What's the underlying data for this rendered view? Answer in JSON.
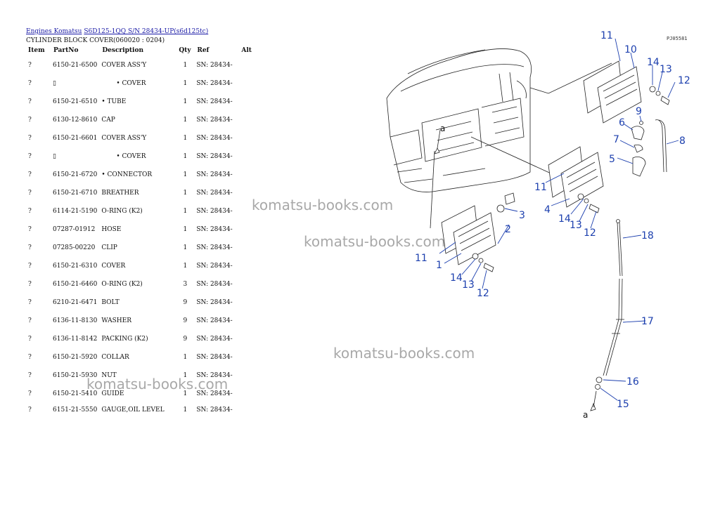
{
  "breadcrumb": {
    "link1": "Engines Komatsu",
    "link2": "S6D125-1QQ S/N 28434-UP(s6d125tc)"
  },
  "subtitle": "CYLINDER BLOCK COVER(060020 : 0204)",
  "table": {
    "headers": [
      "Item",
      "PartNo",
      "Description",
      "Qty",
      "Ref",
      "Alt"
    ],
    "rows": [
      {
        "item": "?",
        "part": "6150-21-6500",
        "desc": "COVER ASS'Y",
        "qty": "1",
        "ref": "SN: 28434-"
      },
      {
        "item": "?",
        "part": "▯",
        "desc": "• COVER",
        "qty": "1",
        "ref": "SN: 28434-",
        "indent": true
      },
      {
        "item": "?",
        "part": "6150-21-6510",
        "desc": "• TUBE",
        "qty": "1",
        "ref": "SN: 28434-"
      },
      {
        "item": "?",
        "part": "6130-12-8610",
        "desc": "CAP",
        "qty": "1",
        "ref": "SN: 28434-"
      },
      {
        "item": "?",
        "part": "6150-21-6601",
        "desc": "COVER ASS'Y",
        "qty": "1",
        "ref": "SN: 28434-"
      },
      {
        "item": "?",
        "part": "▯",
        "desc": "• COVER",
        "qty": "1",
        "ref": "SN: 28434-",
        "indent": true
      },
      {
        "item": "?",
        "part": "6150-21-6720",
        "desc": "• CONNECTOR",
        "qty": "1",
        "ref": "SN: 28434-"
      },
      {
        "item": "?",
        "part": "6150-21-6710",
        "desc": "BREATHER",
        "qty": "1",
        "ref": "SN: 28434-"
      },
      {
        "item": "?",
        "part": "6114-21-5190",
        "desc": "O-RING (K2)",
        "qty": "1",
        "ref": "SN: 28434-"
      },
      {
        "item": "?",
        "part": "07287-01912",
        "desc": "HOSE",
        "qty": "1",
        "ref": "SN: 28434-"
      },
      {
        "item": "?",
        "part": "07285-00220",
        "desc": "CLIP",
        "qty": "1",
        "ref": "SN: 28434-"
      },
      {
        "item": "?",
        "part": "6150-21-6310",
        "desc": "COVER",
        "qty": "1",
        "ref": "SN: 28434-"
      },
      {
        "item": "?",
        "part": "6150-21-6460",
        "desc": "O-RING (K2)",
        "qty": "3",
        "ref": "SN: 28434-"
      },
      {
        "item": "?",
        "part": "6210-21-6471",
        "desc": "BOLT",
        "qty": "9",
        "ref": "SN: 28434-"
      },
      {
        "item": "?",
        "part": "6136-11-8130",
        "desc": "WASHER",
        "qty": "9",
        "ref": "SN: 28434-"
      },
      {
        "item": "?",
        "part": "6136-11-8142",
        "desc": "PACKING (K2)",
        "qty": "9",
        "ref": "SN: 28434-"
      },
      {
        "item": "?",
        "part": "6150-21-5920",
        "desc": "COLLAR",
        "qty": "1",
        "ref": "SN: 28434-"
      },
      {
        "item": "?",
        "part": "6150-21-5930",
        "desc": "NUT",
        "qty": "1",
        "ref": "SN: 28434-"
      },
      {
        "item": "?",
        "part": "6150-21-5410",
        "desc": "GUIDE",
        "qty": "1",
        "ref": "SN: 28434-"
      },
      {
        "item": "?",
        "part": "6151-21-5550",
        "desc": "GAUGE,OIL LEVEL",
        "qty": "1",
        "ref": "SN: 28434-"
      }
    ]
  },
  "watermarks": [
    "komatsu-books.com",
    "komatsu-books.com",
    "komatsu-books.com",
    "komatsu-books.com"
  ],
  "diagram": {
    "code": "PJ05581",
    "callouts": {
      "n1": "1",
      "n2": "2",
      "n3": "3",
      "n4": "4",
      "n5": "5",
      "n6": "6",
      "n7": "7",
      "n8": "8",
      "n9": "9",
      "n10": "10",
      "n11a": "11",
      "n11b": "11",
      "n11c": "11",
      "n12a": "12",
      "n12b": "12",
      "n12c": "12",
      "n13a": "13",
      "n13b": "13",
      "n13c": "13",
      "n14a": "14",
      "n14b": "14",
      "n14c": "14",
      "n15": "15",
      "n16": "16",
      "n17": "17",
      "n18": "18",
      "a1": "a",
      "a2": "a"
    }
  },
  "colors": {
    "link": "#1a1aa6",
    "callout": "#1c3fae",
    "watermark": "#9a9a9a"
  }
}
